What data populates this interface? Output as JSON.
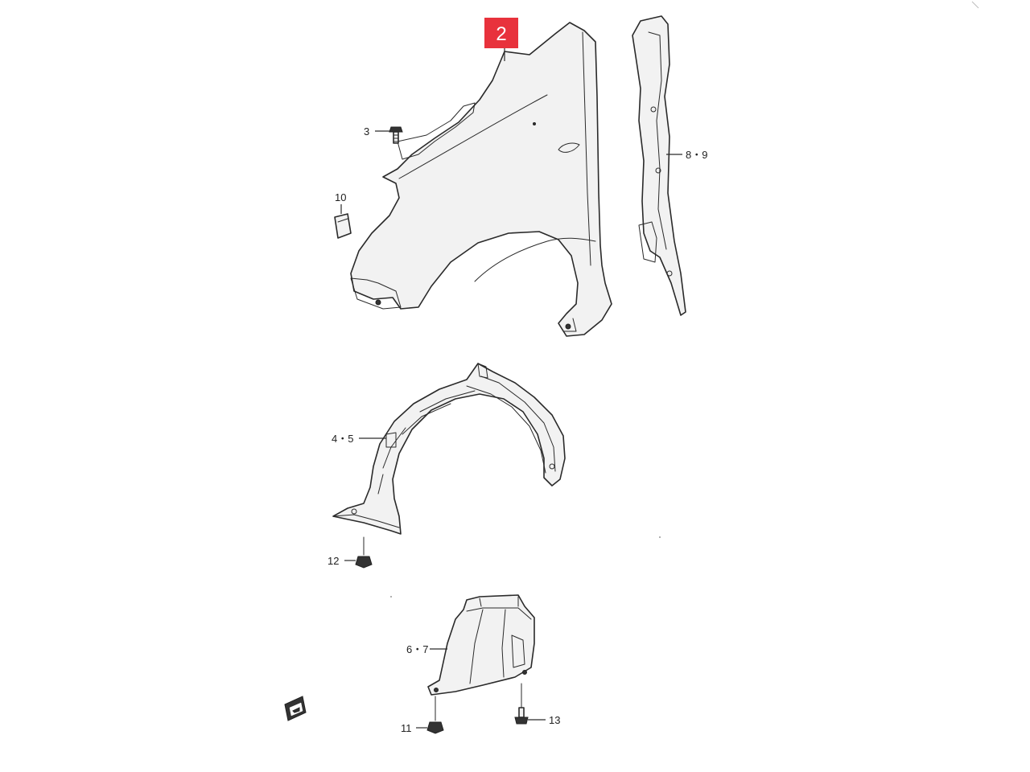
{
  "highlight": {
    "label": "2",
    "color": "#e8323c"
  },
  "callouts": {
    "c3": "3",
    "c10": "10",
    "c89": "8・9",
    "c45": "4・5",
    "c12": "12",
    "c67": "6・7",
    "c11": "11",
    "c13": "13"
  },
  "parts": {
    "fender": "front-fender",
    "fender_seal": "fender-seal",
    "bolt": "fender-bolt",
    "cap": "fender-cap",
    "liner": "wheel-well-liner",
    "fastener_12": "clip-fastener",
    "mud_guard": "splash-shield",
    "fastener_11": "clip-fastener",
    "screw_13": "screw",
    "side_marker": "side-marker-panel"
  }
}
